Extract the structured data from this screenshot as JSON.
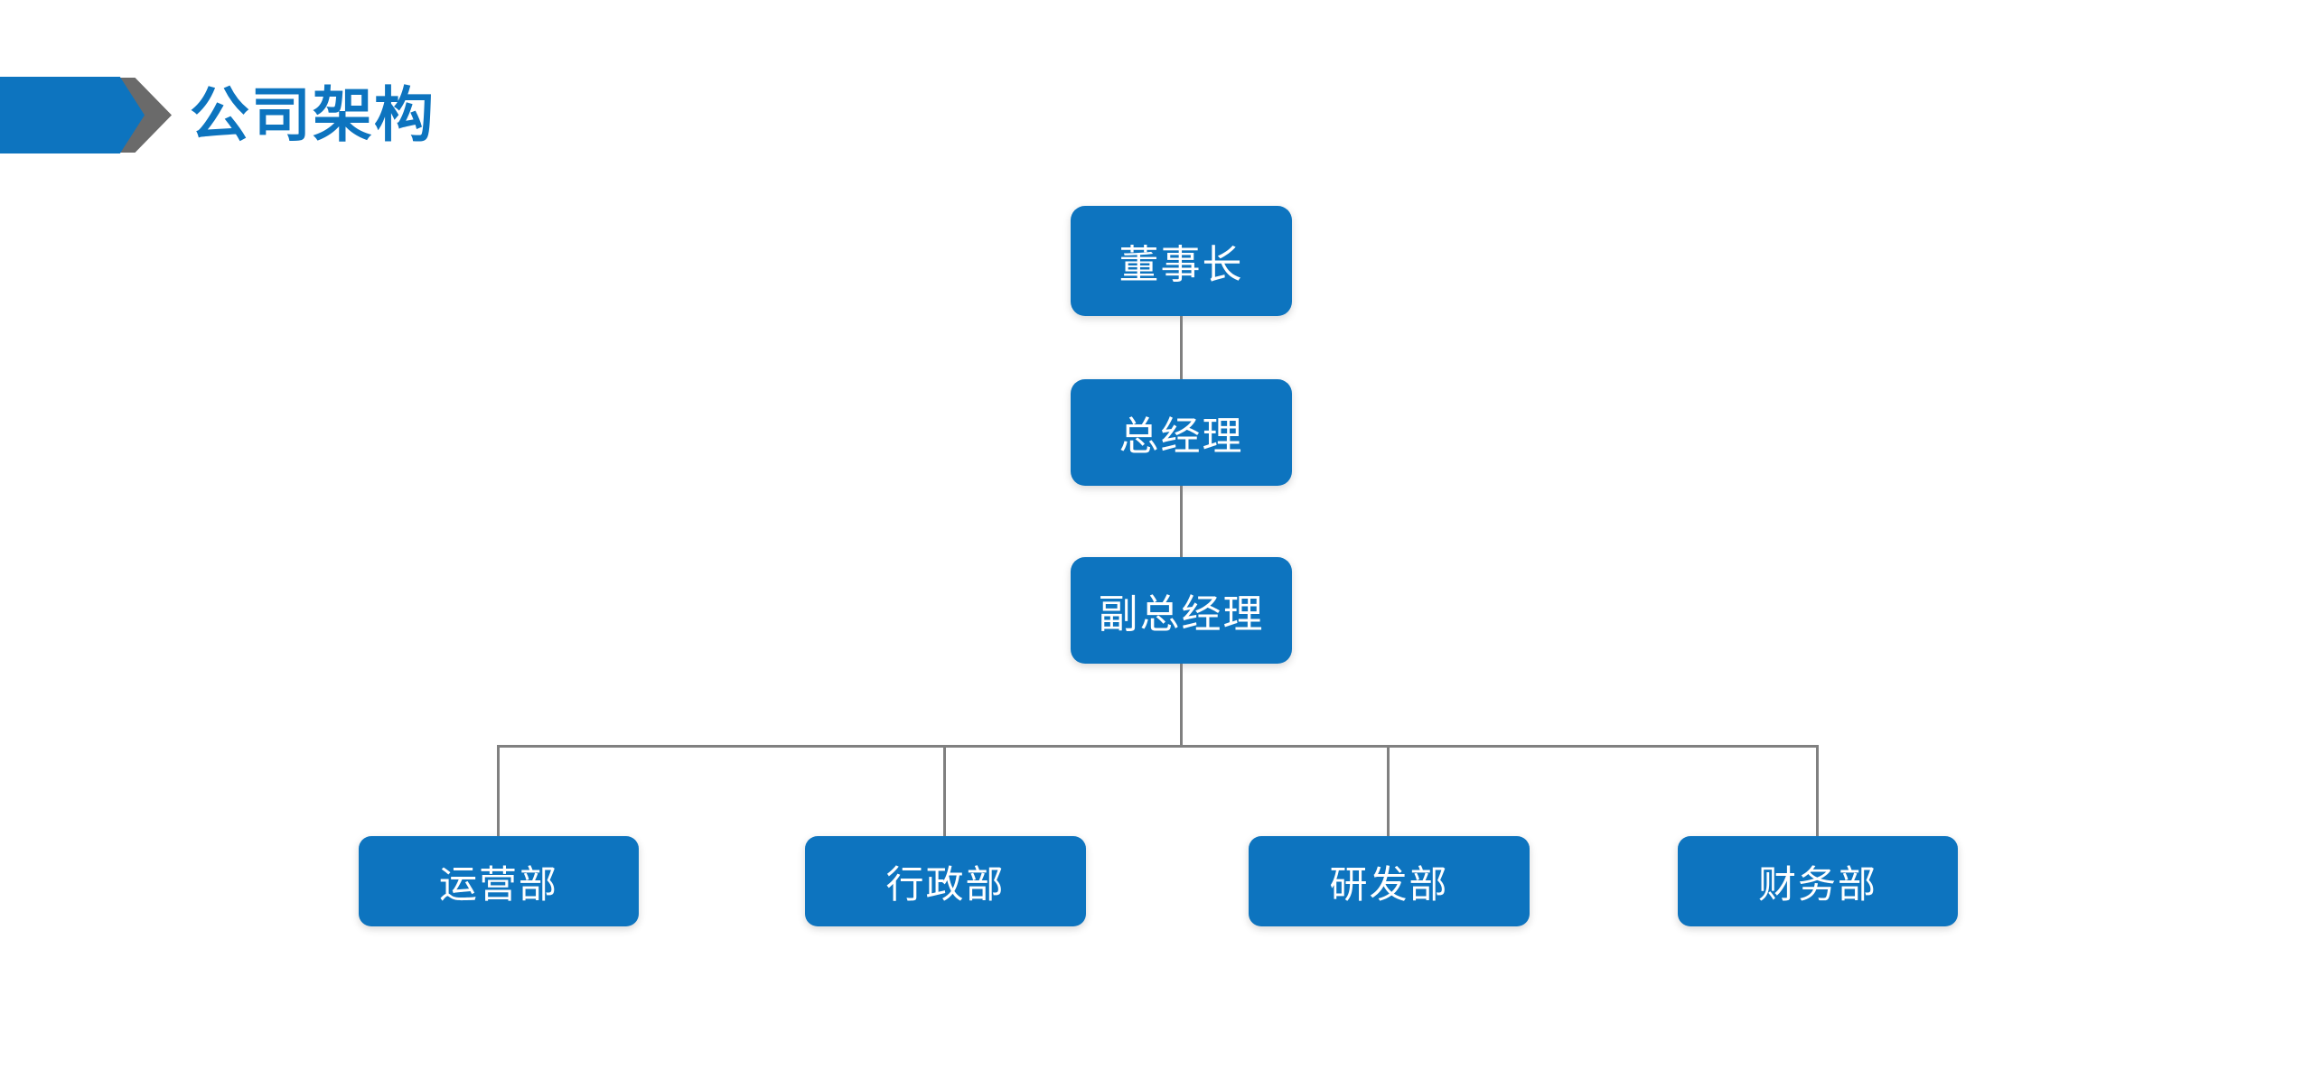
{
  "slide": {
    "title": "公司架构",
    "colors": {
      "accent": "#0d74bf",
      "chevron_gray": "#6a6a6a",
      "connector_gray": "#808080",
      "node_text": "#ffffff",
      "background": "#ffffff"
    }
  },
  "org_chart": {
    "type": "org-tree",
    "chain": [
      {
        "label": "董事长"
      },
      {
        "label": "总经理"
      },
      {
        "label": "副总经理"
      }
    ],
    "departments": [
      {
        "label": "运营部"
      },
      {
        "label": "行政部"
      },
      {
        "label": "研发部"
      },
      {
        "label": "财务部"
      }
    ]
  }
}
